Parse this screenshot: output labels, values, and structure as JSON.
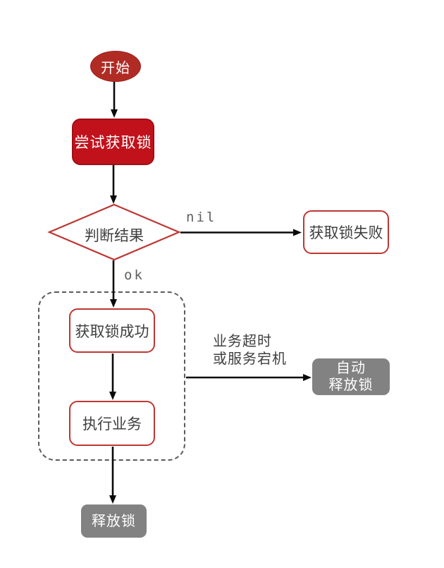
{
  "nodes": {
    "start": {
      "label": "开始"
    },
    "try_lock": {
      "label": "尝试获取锁"
    },
    "decision": {
      "label": "判断结果"
    },
    "lock_failed": {
      "label": "获取锁失败"
    },
    "lock_success": {
      "label": "获取锁成功"
    },
    "execute_business": {
      "label": "执行业务"
    },
    "auto_release": {
      "line1": "自动",
      "line2": "释放锁"
    },
    "release_lock": {
      "label": "释放锁"
    }
  },
  "edge_labels": {
    "nil": "nil",
    "ok": "ok",
    "timeout_line1": "业务超时",
    "timeout_line2": "或服务宕机"
  },
  "colors": {
    "start_fill": "#B12B25",
    "process_fill": "#C1121C",
    "process_border": "#9E0F16",
    "outline_red": "#BE3632",
    "gray_fill": "#828282",
    "text_dark": "#3F3F3F",
    "edge_label_gray": "#5F5F5F",
    "dashed_border": "#5B5B5B",
    "arrow": "#0A0A0A",
    "background": "#FFFFFF"
  }
}
